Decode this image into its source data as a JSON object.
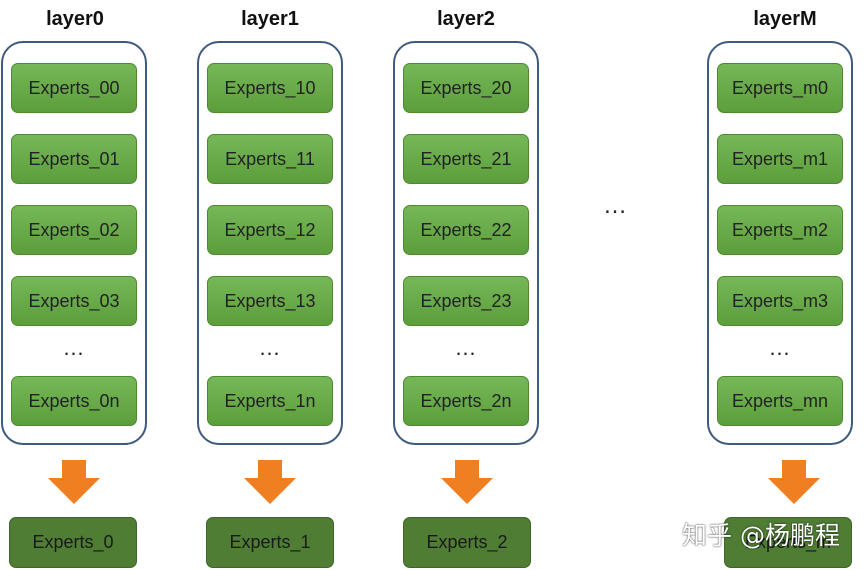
{
  "columns": [
    {
      "title": "layer0",
      "experts": [
        "Experts_00",
        "Experts_01",
        "Experts_02",
        "Experts_03",
        "Experts_0n"
      ],
      "ellipsis": "…",
      "output": "Experts_0"
    },
    {
      "title": "layer1",
      "experts": [
        "Experts_10",
        "Experts_11",
        "Experts_12",
        "Experts_13",
        "Experts_1n"
      ],
      "ellipsis": "…",
      "output": "Experts_1"
    },
    {
      "title": "layer2",
      "experts": [
        "Experts_20",
        "Experts_21",
        "Experts_22",
        "Experts_23",
        "Experts_2n"
      ],
      "ellipsis": "…",
      "output": "Experts_2"
    },
    {
      "title": "layerM",
      "experts": [
        "Experts_m0",
        "Experts_m1",
        "Experts_m2",
        "Experts_m3",
        "Experts_mn"
      ],
      "ellipsis": "…",
      "output": "Experts_m"
    }
  ],
  "between_ellipsis": "…",
  "watermark": "知乎 @杨鹏程",
  "colors": {
    "expert_green": "#6aab4a",
    "output_green": "#4f7d33",
    "arrow_orange": "#f07f22",
    "box_border": "#3f5a7d"
  }
}
